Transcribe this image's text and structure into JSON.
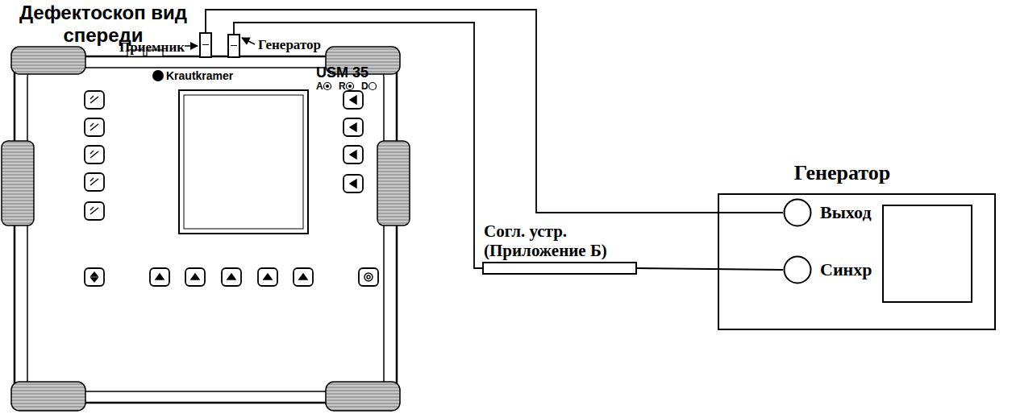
{
  "diagram": {
    "title": "Дефектоскоп вид спереди",
    "nodes": [
      {
        "text": [
          "Krautkramer",
          "USM 35"
        ]
      },
      {
        "text": [
          "Приемник"
        ],
        "in": 0
      },
      {
        "text": [
          "Генератор"
        ],
        "in": 0
      },
      {
        "text": [
          "Генератор"
        ]
      },
      {
        "text": [
          "Выход"
        ],
        "in": 3
      },
      {
        "text": [
          "Синхр"
        ],
        "in": 3
      },
      {
        "text": [
          "Согл. устр. (Приложение Б)"
        ]
      }
    ],
    "edges": [
      {
        "from": 1,
        "to": 4,
        "arrow": "none"
      },
      {
        "from": 2,
        "to": 6,
        "arrow": "none"
      },
      {
        "from": 6,
        "to": 5,
        "arrow": "none"
      }
    ],
    "labels": [
      "A",
      "R",
      "D"
    ]
  }
}
